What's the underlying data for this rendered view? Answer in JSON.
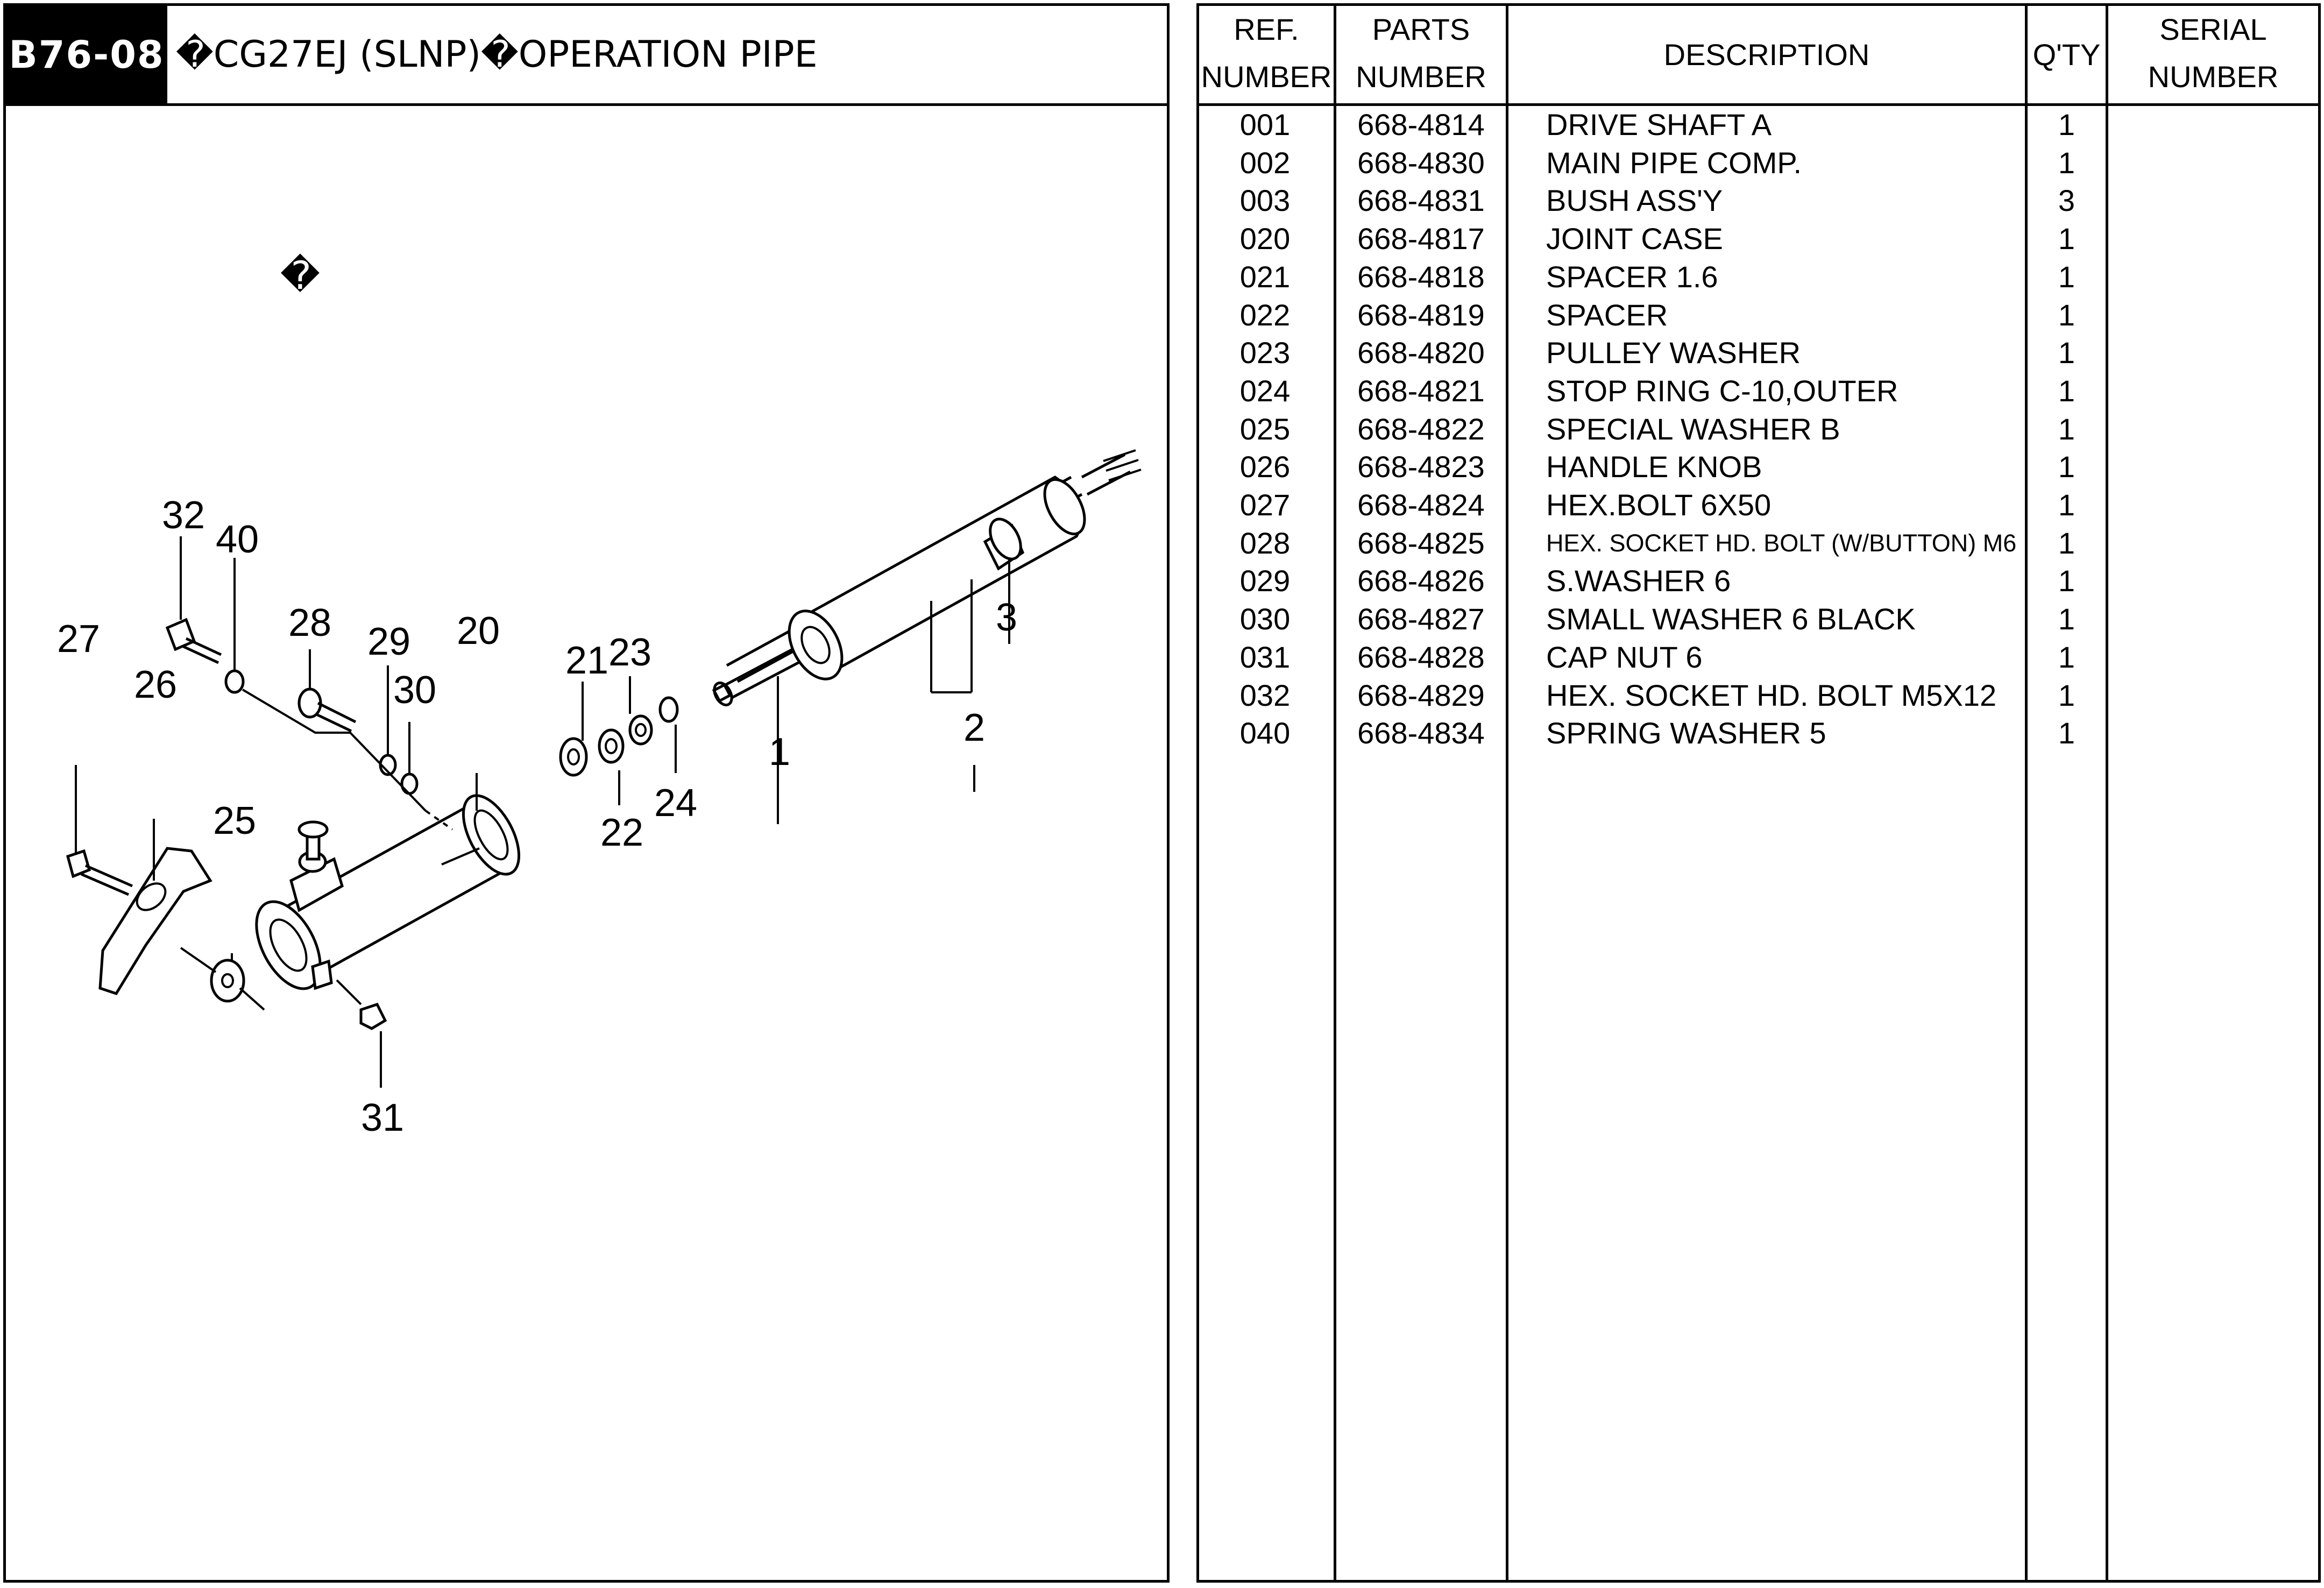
{
  "header": {
    "code": "B76-08",
    "title": "�CG27EJ (SLNP)�OPERATION PIPE",
    "stray_glyph": "�"
  },
  "diagram": {
    "callouts": [
      "1",
      "2",
      "3",
      "20",
      "21",
      "22",
      "23",
      "24",
      "25",
      "26",
      "27",
      "28",
      "29",
      "30",
      "31",
      "32",
      "40"
    ]
  },
  "table": {
    "columns": {
      "ref": [
        "REF.",
        "NUMBER"
      ],
      "parts": [
        "PARTS",
        "NUMBER"
      ],
      "description": "DESCRIPTION",
      "qty": "Q'TY",
      "serial": [
        "SERIAL",
        "NUMBER"
      ]
    },
    "rows": [
      {
        "ref": "001",
        "part": "668-4814",
        "desc": "DRIVE SHAFT A",
        "qty": "1",
        "serial": ""
      },
      {
        "ref": "002",
        "part": "668-4830",
        "desc": "MAIN PIPE COMP.",
        "qty": "1",
        "serial": ""
      },
      {
        "ref": "003",
        "part": "668-4831",
        "desc": "BUSH ASS'Y",
        "qty": "3",
        "serial": ""
      },
      {
        "ref": "020",
        "part": "668-4817",
        "desc": "JOINT CASE",
        "qty": "1",
        "serial": ""
      },
      {
        "ref": "021",
        "part": "668-4818",
        "desc": "SPACER 1.6",
        "qty": "1",
        "serial": ""
      },
      {
        "ref": "022",
        "part": "668-4819",
        "desc": "SPACER",
        "qty": "1",
        "serial": ""
      },
      {
        "ref": "023",
        "part": "668-4820",
        "desc": "PULLEY WASHER",
        "qty": "1",
        "serial": ""
      },
      {
        "ref": "024",
        "part": "668-4821",
        "desc": "STOP RING C-10,OUTER",
        "qty": "1",
        "serial": ""
      },
      {
        "ref": "025",
        "part": "668-4822",
        "desc": "SPECIAL WASHER B",
        "qty": "1",
        "serial": ""
      },
      {
        "ref": "026",
        "part": "668-4823",
        "desc": "HANDLE KNOB",
        "qty": "1",
        "serial": ""
      },
      {
        "ref": "027",
        "part": "668-4824",
        "desc": "HEX.BOLT 6X50",
        "qty": "1",
        "serial": ""
      },
      {
        "ref": "028",
        "part": "668-4825",
        "desc": "HEX. SOCKET HD. BOLT (W/BUTTON) M6",
        "qty": "1",
        "serial": ""
      },
      {
        "ref": "029",
        "part": "668-4826",
        "desc": "S.WASHER 6",
        "qty": "1",
        "serial": ""
      },
      {
        "ref": "030",
        "part": "668-4827",
        "desc": "SMALL WASHER 6 BLACK",
        "qty": "1",
        "serial": ""
      },
      {
        "ref": "031",
        "part": "668-4828",
        "desc": "CAP NUT 6",
        "qty": "1",
        "serial": ""
      },
      {
        "ref": "032",
        "part": "668-4829",
        "desc": "HEX. SOCKET HD. BOLT M5X12",
        "qty": "1",
        "serial": ""
      },
      {
        "ref": "040",
        "part": "668-4834",
        "desc": "SPRING WASHER 5",
        "qty": "1",
        "serial": ""
      }
    ]
  }
}
